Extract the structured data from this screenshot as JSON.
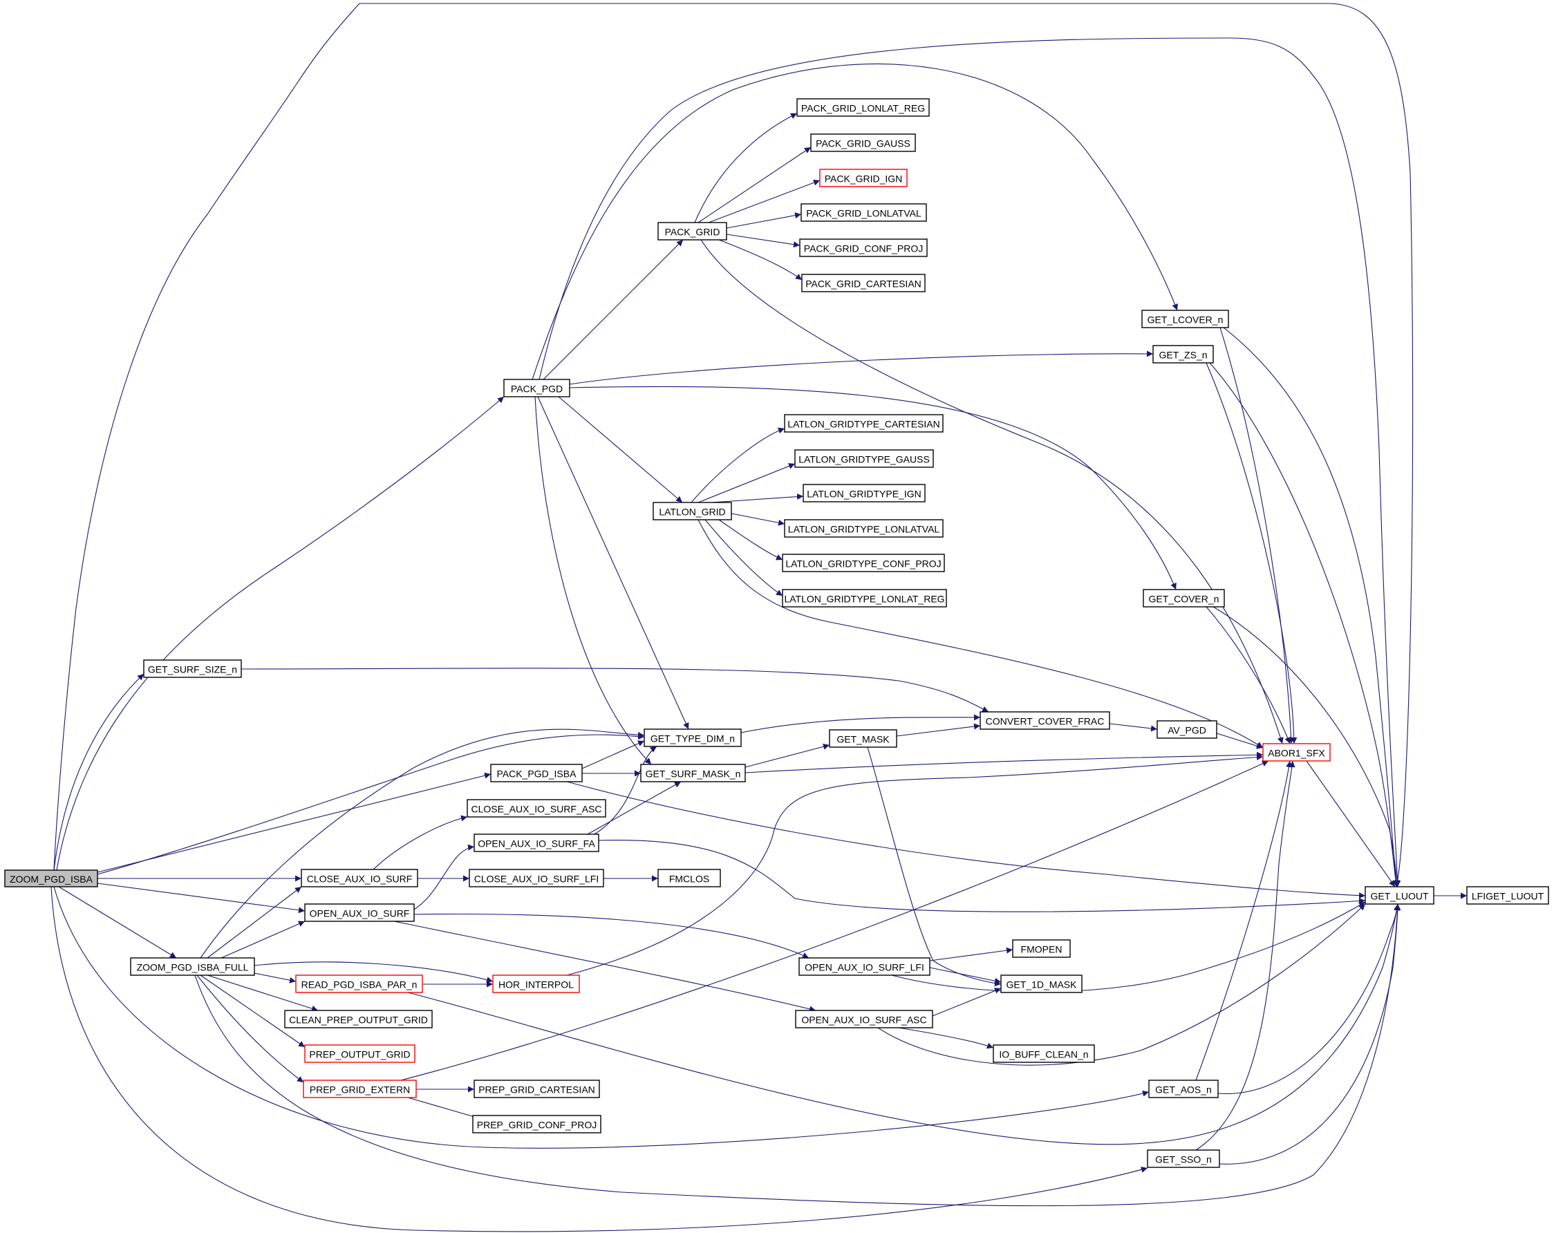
{
  "colors": {
    "edge": "#191970",
    "node_border": "#000000",
    "node_border_red": "#ff0000",
    "root_fill": "#bfbfbf"
  },
  "nodes": [
    {
      "id": "zoom_pgd_isba",
      "label": "ZOOM_PGD_ISBA",
      "style": "root"
    },
    {
      "id": "get_surf_size_n",
      "label": "GET_SURF_SIZE_n"
    },
    {
      "id": "zoom_pgd_isba_full",
      "label": "ZOOM_PGD_ISBA_FULL"
    },
    {
      "id": "pack_pgd",
      "label": "PACK_PGD"
    },
    {
      "id": "pack_grid",
      "label": "PACK_GRID"
    },
    {
      "id": "pack_grid_lonlat_reg",
      "label": "PACK_GRID_LONLAT_REG"
    },
    {
      "id": "pack_grid_gauss",
      "label": "PACK_GRID_GAUSS"
    },
    {
      "id": "pack_grid_ign",
      "label": "PACK_GRID_IGN",
      "style": "red"
    },
    {
      "id": "pack_grid_lonlatval",
      "label": "PACK_GRID_LONLATVAL"
    },
    {
      "id": "pack_grid_conf_proj",
      "label": "PACK_GRID_CONF_PROJ"
    },
    {
      "id": "pack_grid_cartesian",
      "label": "PACK_GRID_CARTESIAN"
    },
    {
      "id": "latlon_grid",
      "label": "LATLON_GRID"
    },
    {
      "id": "latlon_gridtype_cartesian",
      "label": "LATLON_GRIDTYPE_CARTESIAN"
    },
    {
      "id": "latlon_gridtype_gauss",
      "label": "LATLON_GRIDTYPE_GAUSS"
    },
    {
      "id": "latlon_gridtype_ign",
      "label": "LATLON_GRIDTYPE_IGN"
    },
    {
      "id": "latlon_gridtype_lonlatval",
      "label": "LATLON_GRIDTYPE_LONLATVAL"
    },
    {
      "id": "latlon_gridtype_conf_proj",
      "label": "LATLON_GRIDTYPE_CONF_PROJ"
    },
    {
      "id": "latlon_gridtype_lonlat_reg",
      "label": "LATLON_GRIDTYPE_LONLAT_REG"
    },
    {
      "id": "get_lcover_n",
      "label": "GET_LCOVER_n"
    },
    {
      "id": "get_zs_n",
      "label": "GET_ZS_n"
    },
    {
      "id": "get_cover_n",
      "label": "GET_COVER_n"
    },
    {
      "id": "get_type_dim_n",
      "label": "GET_TYPE_DIM_n"
    },
    {
      "id": "pack_pgd_isba",
      "label": "PACK_PGD_ISBA"
    },
    {
      "id": "get_surf_mask_n",
      "label": "GET_SURF_MASK_n"
    },
    {
      "id": "get_mask",
      "label": "GET_MASK"
    },
    {
      "id": "convert_cover_frac",
      "label": "CONVERT_COVER_FRAC"
    },
    {
      "id": "av_pgd",
      "label": "AV_PGD"
    },
    {
      "id": "abor1_sfx",
      "label": "ABOR1_SFX",
      "style": "red"
    },
    {
      "id": "close_aux_io_surf_asc",
      "label": "CLOSE_AUX_IO_SURF_ASC"
    },
    {
      "id": "open_aux_io_surf_fa",
      "label": "OPEN_AUX_IO_SURF_FA"
    },
    {
      "id": "close_aux_io_surf",
      "label": "CLOSE_AUX_IO_SURF"
    },
    {
      "id": "close_aux_io_surf_lfi",
      "label": "CLOSE_AUX_IO_SURF_LFI"
    },
    {
      "id": "fmclos",
      "label": "FMCLOS"
    },
    {
      "id": "open_aux_io_surf",
      "label": "OPEN_AUX_IO_SURF"
    },
    {
      "id": "get_luout",
      "label": "GET_LUOUT"
    },
    {
      "id": "lfiget_luout",
      "label": "LFIGET_LUOUT"
    },
    {
      "id": "open_aux_io_surf_lfi",
      "label": "OPEN_AUX_IO_SURF_LFI"
    },
    {
      "id": "fmopen",
      "label": "FMOPEN"
    },
    {
      "id": "get_1d_mask",
      "label": "GET_1D_MASK"
    },
    {
      "id": "read_pgd_isba_par_n",
      "label": "READ_PGD_ISBA_PAR_n",
      "style": "red"
    },
    {
      "id": "hor_interpol",
      "label": "HOR_INTERPOL",
      "style": "red"
    },
    {
      "id": "clean_prep_output_grid",
      "label": "CLEAN_PREP_OUTPUT_GRID"
    },
    {
      "id": "open_aux_io_surf_asc",
      "label": "OPEN_AUX_IO_SURF_ASC"
    },
    {
      "id": "io_buff_clean_n",
      "label": "IO_BUFF_CLEAN_n"
    },
    {
      "id": "prep_output_grid",
      "label": "PREP_OUTPUT_GRID",
      "style": "red"
    },
    {
      "id": "prep_grid_extern",
      "label": "PREP_GRID_EXTERN",
      "style": "red"
    },
    {
      "id": "prep_grid_cartesian",
      "label": "PREP_GRID_CARTESIAN"
    },
    {
      "id": "get_aos_n",
      "label": "GET_AOS_n"
    },
    {
      "id": "prep_grid_conf_proj",
      "label": "PREP_GRID_CONF_PROJ"
    },
    {
      "id": "get_sso_n",
      "label": "GET_SSO_n"
    }
  ]
}
